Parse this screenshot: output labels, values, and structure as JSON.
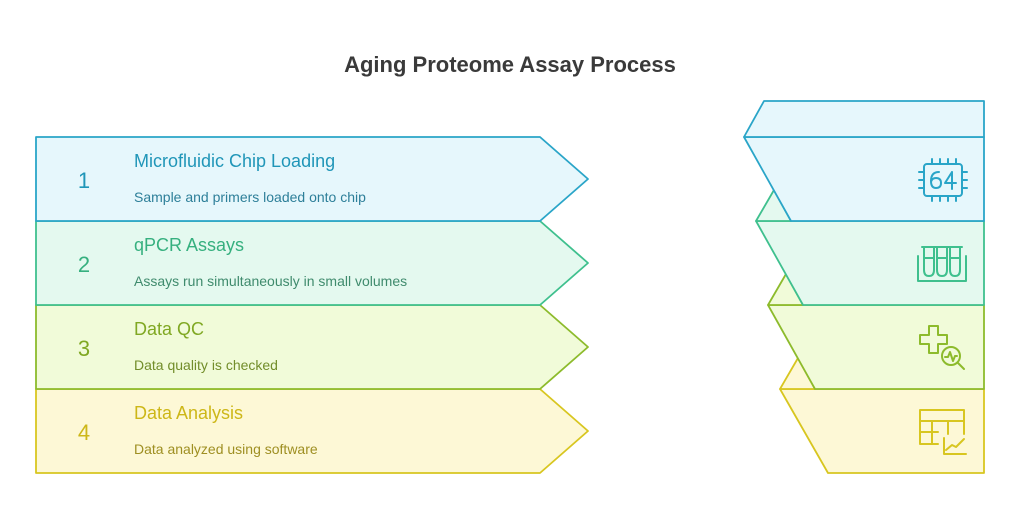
{
  "title": "Aging Proteome Assay Process",
  "steps": [
    {
      "number": "1",
      "heading": "Microfluidic Chip Loading",
      "description": "Sample and primers loaded onto chip",
      "icon": "microchip-64-icon",
      "stroke": "#2aa5c8",
      "fill": "#e6f7fc",
      "text": "#2096b8",
      "desc_text": "#2d7f99"
    },
    {
      "number": "2",
      "heading": "qPCR Assays",
      "description": "Assays run simultaneously in small volumes",
      "icon": "test-tubes-rack-icon",
      "stroke": "#3fc08e",
      "fill": "#e4f9ef",
      "text": "#36b07f",
      "desc_text": "#3f8b6d"
    },
    {
      "number": "3",
      "heading": "Data QC",
      "description": "Data quality is checked",
      "icon": "health-check-magnifier-icon",
      "stroke": "#8dbb2c",
      "fill": "#f1fbd9",
      "text": "#80a823",
      "desc_text": "#728d2a"
    },
    {
      "number": "4",
      "heading": "Data Analysis",
      "description": "Data analyzed using software",
      "icon": "table-chart-icon",
      "stroke": "#d8c620",
      "fill": "#fdf8d6",
      "text": "#cdb718",
      "desc_text": "#9e8f22"
    }
  ]
}
